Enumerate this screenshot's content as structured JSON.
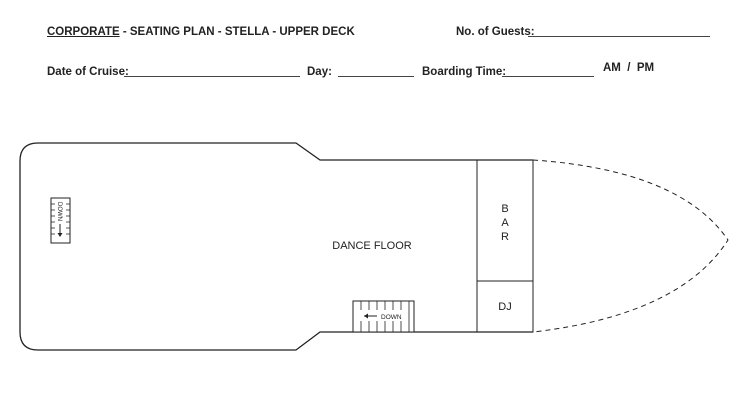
{
  "header": {
    "title_prefix": "CORPORATE",
    "title_rest": "- SEATING PLAN - STELLA - UPPER DECK",
    "guests_label": "No. of Guests:",
    "date_label": "Date of Cruise:",
    "day_label": "Day:",
    "boarding_label": "Boarding Time:",
    "ampm": "AM  /  PM"
  },
  "plan": {
    "dance_floor": "DANCE FLOOR",
    "bar_letters": [
      "B",
      "A",
      "R"
    ],
    "dj": "DJ",
    "stairs_bottom_label": "DOWN",
    "stairs_left_label": "DOWN"
  }
}
